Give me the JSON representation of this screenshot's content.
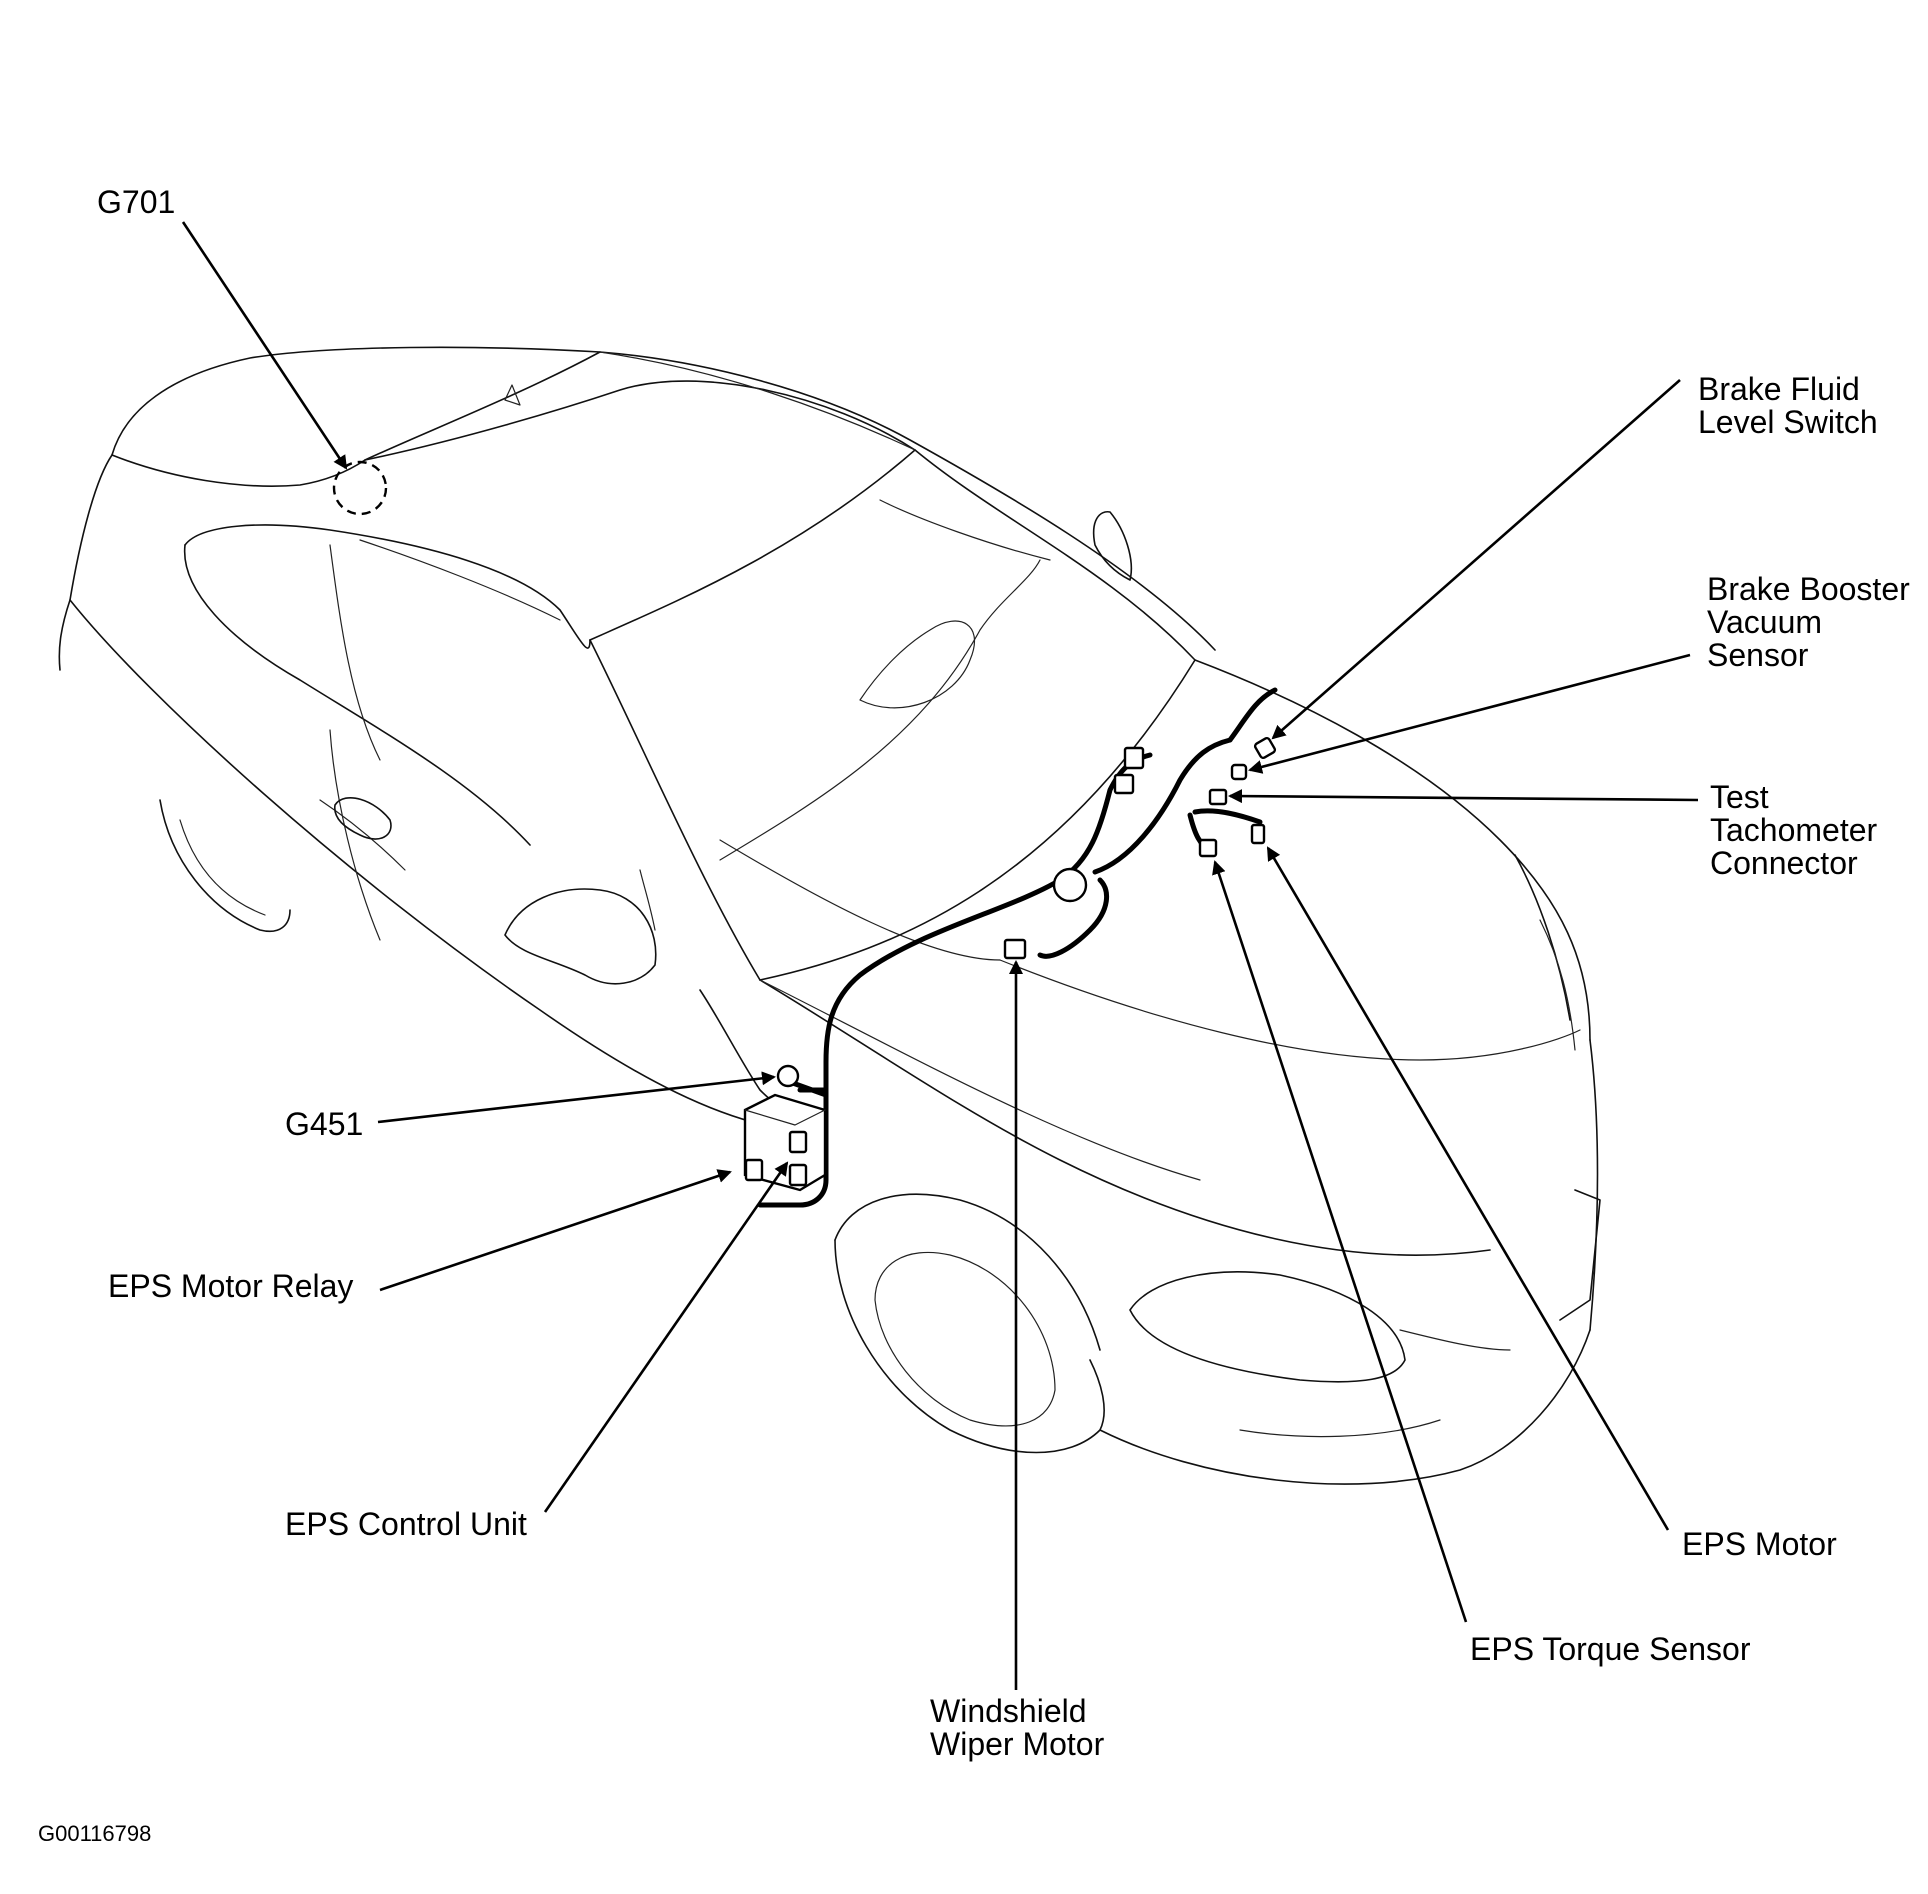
{
  "labels": {
    "g701": "G701",
    "brake_fluid": "Brake Fluid\nLevel Switch",
    "brake_booster": "Brake Booster\nVacuum\nSensor",
    "test_tach": "Test\nTachometer\nConnector",
    "g451": "G451",
    "eps_motor_relay": "EPS Motor Relay",
    "eps_control_unit": "EPS Control Unit",
    "eps_motor": "EPS Motor",
    "eps_torque_sensor": "EPS Torque Sensor",
    "windshield_wiper_motor": "Windshield\nWiper Motor"
  },
  "figure_id": "G00116798"
}
